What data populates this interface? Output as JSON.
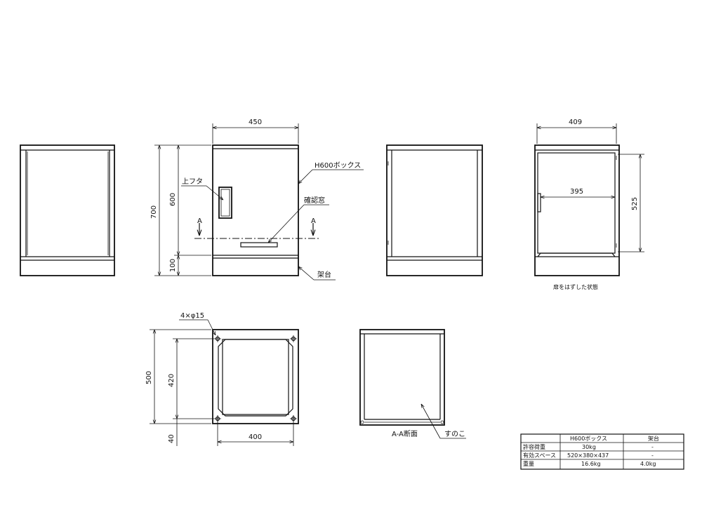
{
  "dimensions": {
    "front_width": "450",
    "total_height": "700",
    "box_height": "600",
    "base_height": "100",
    "top_width_removed": "409",
    "inner_width": "395",
    "inner_height": "525",
    "depth": "500",
    "hole_pitch_depth": "420",
    "hole_pitch_width": "400",
    "bottom_offset": "40"
  },
  "labels": {
    "top_lid": "上フタ",
    "box_name": "H600ボックス",
    "window": "確認窓",
    "stand": "架台",
    "section_mark_left": "A",
    "section_mark_right": "A",
    "door_removed": "扉をはずした状態",
    "holes": "4×φ15",
    "section_view": "A-A断面",
    "slatted_floor": "すのこ"
  },
  "spec_table": {
    "headers": [
      "",
      "H600ボックス",
      "架台"
    ],
    "rows": [
      [
        "許容荷重",
        "30kg",
        "-"
      ],
      [
        "有効スペース",
        "520×380×437",
        "-"
      ],
      [
        "重量",
        "16.6kg",
        "4.0kg"
      ]
    ]
  }
}
